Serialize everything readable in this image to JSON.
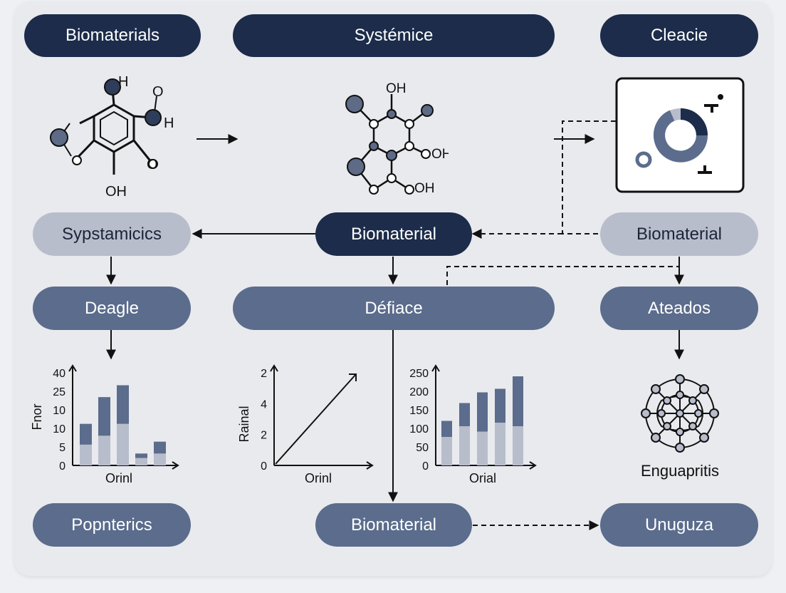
{
  "header": {
    "left_label": "Biomaterials",
    "center_label": "Systémice",
    "right_label": "Cleacie"
  },
  "row2": {
    "left_label": "Sypstamicics",
    "center_label": "Biomaterial",
    "right_label": "Biomaterial"
  },
  "row3": {
    "left_label": "Deagle",
    "center_label": "Défiace",
    "right_label": "Ateados"
  },
  "row4": {
    "left_label": "Popnterics",
    "center_label": "Biomaterial",
    "right_label": "Unuguza"
  },
  "molecule1": {
    "atoms": [
      "H",
      "O",
      "H",
      "O",
      "OH"
    ]
  },
  "molecule2": {
    "atoms": [
      "OH",
      "OH",
      "OH"
    ]
  },
  "network_label": "Enguapritis",
  "colors": {
    "dark": "#1c2c4a",
    "mid": "#5b6c8c",
    "light": "#b7bdcb",
    "node_fill": "#5e6b87"
  },
  "chart_data": [
    {
      "type": "bar",
      "stacked": true,
      "ylabel": "Fnor",
      "xlabel": "Orinl",
      "yticks": [
        "0",
        "5",
        "10",
        "10",
        "25",
        "40"
      ],
      "series": [
        {
          "values": [
            7,
            10,
            14,
            2.5,
            4
          ]
        },
        {
          "values": [
            7,
            13,
            13,
            1.5,
            4
          ]
        }
      ],
      "ylim": [
        0,
        30
      ]
    },
    {
      "type": "line",
      "ylabel": "Rainal",
      "xlabel": "Orinl",
      "yticks": [
        "0",
        "2",
        "4",
        "2"
      ],
      "x": [
        0,
        1
      ],
      "y": [
        0,
        1
      ]
    },
    {
      "type": "bar",
      "stacked": true,
      "xlabel": "Orial",
      "yticks": [
        "0",
        "50",
        "100",
        "150",
        "200",
        "250"
      ],
      "series": [
        {
          "values": [
            80,
            110,
            95,
            120,
            110
          ]
        },
        {
          "values": [
            45,
            65,
            110,
            95,
            140
          ]
        }
      ],
      "ylim": [
        0,
        260
      ]
    }
  ]
}
